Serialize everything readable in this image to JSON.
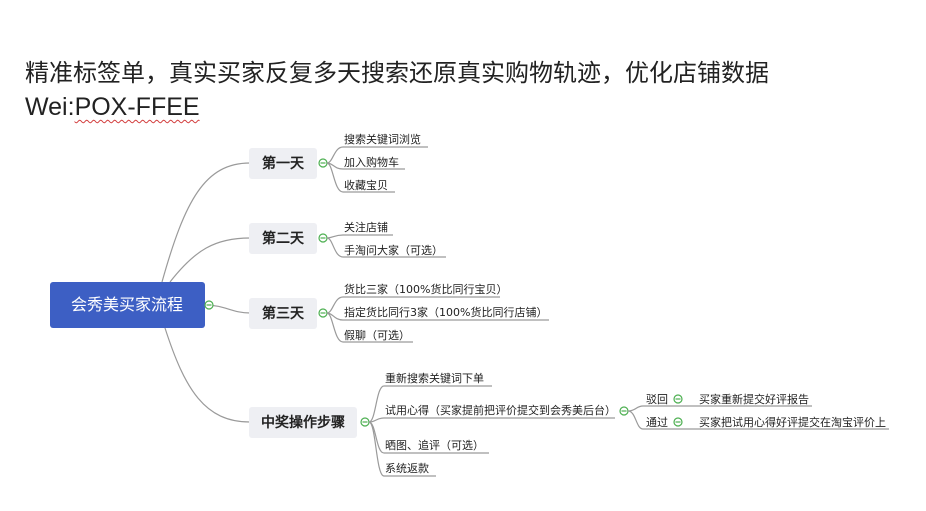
{
  "header": {
    "line1": "精准标签单，真实买家反复多天搜索还原真实购物轨迹，优化店铺数据",
    "line2_prefix": "Wei:",
    "line2_code": "POX-FFEE"
  },
  "mindmap": {
    "root": "会秀美买家流程",
    "day1": {
      "label": "第一天",
      "items": [
        "搜索关键词浏览",
        "加入购物车",
        "收藏宝贝"
      ]
    },
    "day2": {
      "label": "第二天",
      "items": [
        "关注店铺",
        "手淘问大家（可选）"
      ]
    },
    "day3": {
      "label": "第三天",
      "items": [
        "货比三家（100%货比同行宝贝）",
        "指定货比同行3家（100%货比同行店铺）",
        "假聊（可选）"
      ]
    },
    "steps": {
      "label": "中奖操作步骤",
      "items": [
        "重新搜索关键词下单",
        "试用心得（买家提前把评价提交到会秀美后台）",
        "晒图、追评（可选）",
        "系统返款"
      ],
      "review": {
        "reject": "驳回",
        "reject_action": "买家重新提交好评报告",
        "pass": "通过",
        "pass_action": "买家把试用心得好评提交在淘宝评价上"
      }
    }
  }
}
